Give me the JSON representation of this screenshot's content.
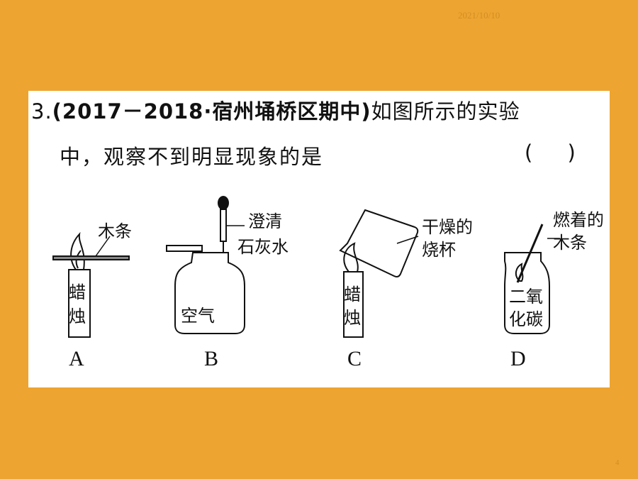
{
  "header": {
    "date": "2021/10/10"
  },
  "footer": {
    "page_number": "4"
  },
  "question": {
    "number": "3.",
    "source": "(2017－2018·宿州埇桥区期中)",
    "stem_line1": "如图所示的实验",
    "stem_line2": "中，观察不到明显现象的是",
    "answer_blank": "(  )"
  },
  "figures": [
    {
      "label": "A",
      "texts": [
        "蜡",
        "烛"
      ],
      "callout": "木条"
    },
    {
      "label": "B",
      "texts": [
        "空气"
      ],
      "callout": [
        "澄清",
        "石灰水"
      ]
    },
    {
      "label": "C",
      "texts": [
        "蜡",
        "烛"
      ],
      "callout": [
        "干燥的",
        "烧杯"
      ]
    },
    {
      "label": "D",
      "texts": [
        "二氧",
        "化碳"
      ],
      "callout": [
        "燃着的",
        "木条"
      ]
    }
  ]
}
